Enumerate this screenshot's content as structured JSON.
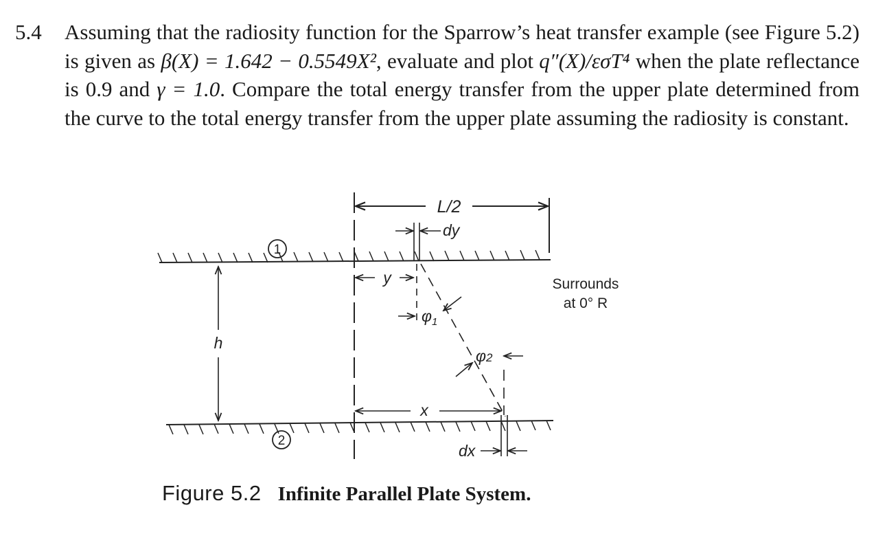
{
  "problem": {
    "number": "5.4",
    "text_parts": [
      "Assuming that the radiosity function for the Sparrow’s heat transfer example (see Figure 5.2) is given as ",
      "β(X) = 1.642 − 0.5549X²",
      ", evaluate and plot ",
      "q″(X)/εσT⁴",
      " when the plate reflectance is 0.9 and ",
      "γ = 1.0",
      ". Compare the total energy transfer from the upper plate determined from the curve to the total energy transfer from the upper plate assuming the radiosity is constant."
    ]
  },
  "figure": {
    "labels": {
      "half_length": "L/2",
      "dy": "dy",
      "y": "y",
      "phi1": "φ",
      "phi1_sub": "1",
      "phi2": "φ",
      "phi2_sub": "2",
      "h": "h",
      "x": "x",
      "dx": "dx",
      "plate1": "1",
      "plate2": "2",
      "surrounds_line1": "Surrounds",
      "surrounds_line2": "at 0° R"
    },
    "caption": {
      "number": "Figure 5.2",
      "title": "Infinite Parallel Plate System."
    }
  }
}
